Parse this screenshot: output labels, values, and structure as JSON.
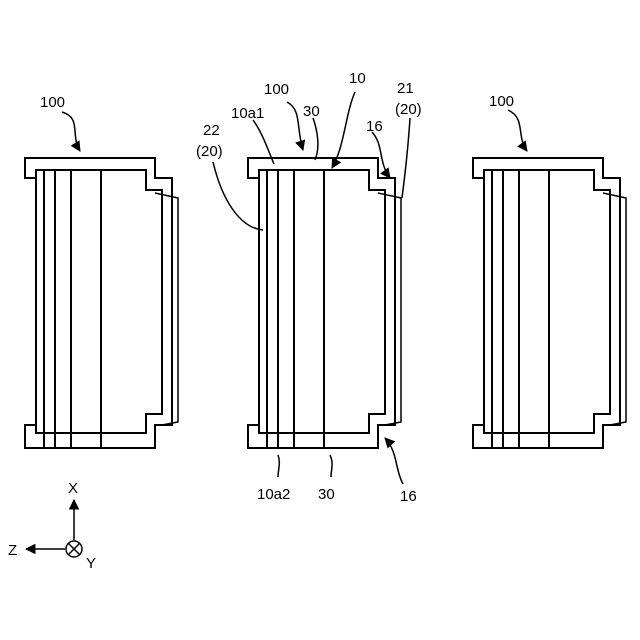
{
  "labels": {
    "left_device": "100",
    "center_device": "100",
    "right_device": "100",
    "element": "10",
    "surface_a1": "10a1",
    "surface_a2": "10a2",
    "layer_top": "30",
    "layer_bottom": "30",
    "electrode_side_num": "21",
    "electrode_side_paren": "(20)",
    "electrode_front_num": "22",
    "electrode_front_paren": "(20)",
    "step_top": "16",
    "step_bottom": "16"
  },
  "axes": {
    "x_label": "X",
    "z_label": "Z",
    "y_label": "Y"
  }
}
